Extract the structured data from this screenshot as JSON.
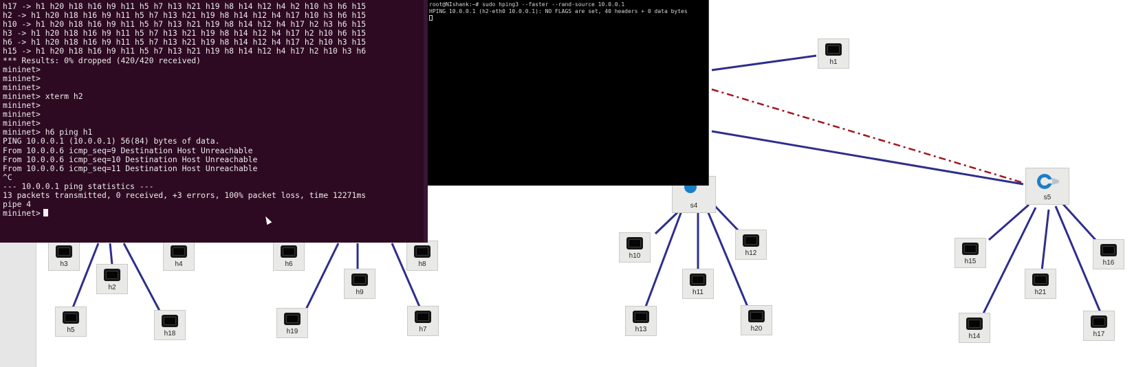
{
  "terminal_main": {
    "lines": [
      "h17 -> h1 h20 h18 h16 h9 h11 h5 h7 h13 h21 h19 h8 h14 h12 h4 h2 h10 h3 h6 h15",
      "h2 -> h1 h20 h18 h16 h9 h11 h5 h7 h13 h21 h19 h8 h14 h12 h4 h17 h10 h3 h6 h15",
      "h10 -> h1 h20 h18 h16 h9 h11 h5 h7 h13 h21 h19 h8 h14 h12 h4 h17 h2 h3 h6 h15",
      "h3 -> h1 h20 h18 h16 h9 h11 h5 h7 h13 h21 h19 h8 h14 h12 h4 h17 h2 h10 h6 h15",
      "h6 -> h1 h20 h18 h16 h9 h11 h5 h7 h13 h21 h19 h8 h14 h12 h4 h17 h2 h10 h3 h15",
      "h15 -> h1 h20 h18 h16 h9 h11 h5 h7 h13 h21 h19 h8 h14 h12 h4 h17 h2 h10 h3 h6",
      "*** Results: 0% dropped (420/420 received)",
      "mininet>",
      "mininet>",
      "mininet>",
      "mininet> xterm h2",
      "mininet>",
      "mininet>",
      "mininet>",
      "mininet> h6 ping h1",
      "PING 10.0.0.1 (10.0.0.1) 56(84) bytes of data.",
      "From 10.0.0.6 icmp_seq=9 Destination Host Unreachable",
      "From 10.0.0.6 icmp_seq=10 Destination Host Unreachable",
      "From 10.0.0.6 icmp_seq=11 Destination Host Unreachable",
      "^C",
      "--- 10.0.0.1 ping statistics ---",
      "13 packets transmitted, 0 received, +3 errors, 100% packet loss, time 12271ms",
      "pipe 4",
      "mininet>"
    ]
  },
  "terminal_h2": {
    "line1": "root@NIshank:~# sudo hping3 --faster --rand-source 10.0.0.1",
    "line2": "HPING 10.0.0.1 (h2-eth0 10.0.0.1): NO FLAGS are set, 40 headers + 0 data bytes"
  },
  "topology": {
    "link_color": "#2e2e8c",
    "attack_link_color": "#a0161e",
    "switches": {
      "s4": "s4",
      "s5": "s5"
    },
    "hosts": {
      "h1": "h1",
      "h2": "h2",
      "h3": "h3",
      "h4": "h4",
      "h5": "h5",
      "h6": "h6",
      "h7": "h7",
      "h8": "h8",
      "h9": "h9",
      "h10": "h10",
      "h11": "h11",
      "h12": "h12",
      "h13": "h13",
      "h14": "h14",
      "h15": "h15",
      "h16": "h16",
      "h17": "h17",
      "h18": "h18",
      "h19": "h19",
      "h20": "h20",
      "h21": "h21"
    }
  }
}
